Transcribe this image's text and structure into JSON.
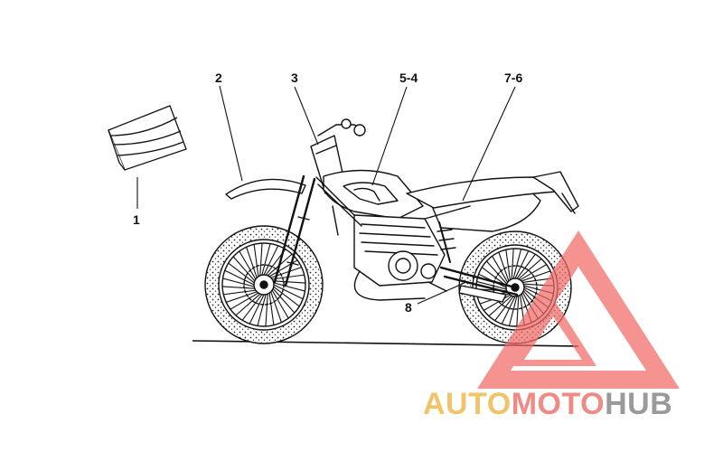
{
  "callouts": [
    {
      "id": "c1",
      "label": "1"
    },
    {
      "id": "c2",
      "label": "2"
    },
    {
      "id": "c3",
      "label": "3"
    },
    {
      "id": "c54",
      "label": "5-4"
    },
    {
      "id": "c76",
      "label": "7-6"
    },
    {
      "id": "c8",
      "label": "8"
    }
  ],
  "watermark": {
    "part1": "AUTO",
    "part2": "MOTO",
    "part3": "HUB",
    "colors": {
      "auto": "#f2c46a",
      "moto": "#f08a84",
      "hub": "#9a9a9a",
      "logo": "#f06a66"
    }
  }
}
